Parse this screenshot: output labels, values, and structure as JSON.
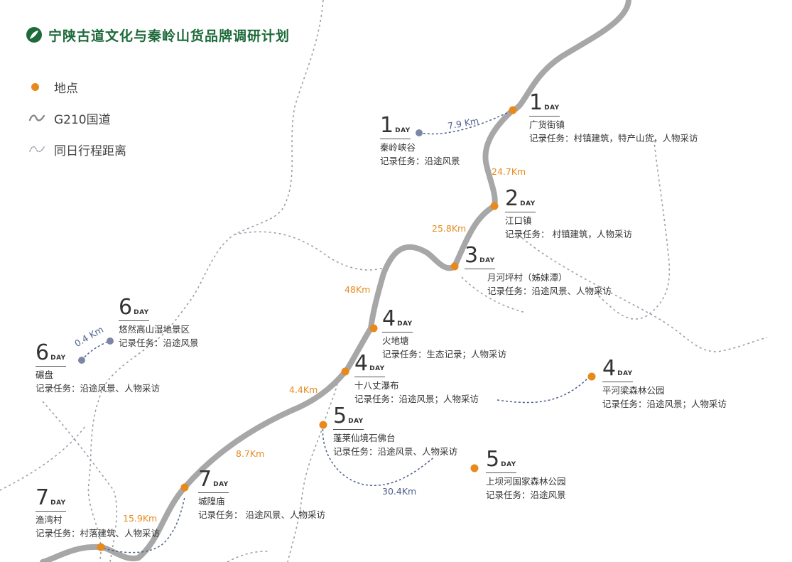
{
  "title": "宁陕古道文化与秦岭山货品牌调研计划",
  "legend": {
    "location": "地点",
    "road": "G210国道",
    "same_day": "同日行程距离"
  },
  "colors": {
    "road": "#a7a7a7",
    "location_dot": "#e8891c",
    "side_dot": "#7c88a3",
    "same_day_line": "#4f5f8e",
    "dashed_trail": "#9aa0ab",
    "title": "#1d6a3a"
  },
  "day_label": "DAY",
  "stops": [
    {
      "day": "1",
      "name": "广货街镇",
      "task": "记录任务：村镇建筑，特产山货，人物采访"
    },
    {
      "day": "1",
      "name": "秦岭峡谷",
      "task": "记录任务：沿途风景"
    },
    {
      "day": "2",
      "name": "江口镇",
      "task": "记录任务： 村镇建筑，人物采访"
    },
    {
      "day": "3",
      "name": "月河坪村（姊妹潭）",
      "task": "记录任务：沿途风景、人物采访"
    },
    {
      "day": "4",
      "name": "火地塘",
      "task": "记录任务：生态记录；人物采访"
    },
    {
      "day": "4",
      "name": "十八丈瀑布",
      "task": "记录任务：沿途风景；人物采访"
    },
    {
      "day": "4",
      "name": "平河梁森林公园",
      "task": "记录任务：沿途风景；人物采访"
    },
    {
      "day": "5",
      "name": "蓬莱仙境石佛台",
      "task": "记录任务：沿途风景、人物采访"
    },
    {
      "day": "5",
      "name": "上坝河国家森林公园",
      "task": "记录任务：沿途风景"
    },
    {
      "day": "6",
      "name": "悠然高山湿地景区",
      "task": "记录任务：沿途风景"
    },
    {
      "day": "6",
      "name": "碾盘",
      "task": "记录任务：沿途风景、人物采访"
    },
    {
      "day": "7",
      "name": "城隍庙",
      "task": "记录任务： 沿途风景、人物采访"
    },
    {
      "day": "7",
      "name": "渔湾村",
      "task": "记录任务：村落建筑、人物采访"
    }
  ],
  "distances": {
    "d1": "7.9 Km",
    "d2": "24.7Km",
    "d3": "25.8Km",
    "d4": "48Km",
    "d5": "4.4Km",
    "d6": "8.7Km",
    "d7": "15.9Km",
    "d8": "30.4Km",
    "d9": "0.4 Km"
  }
}
